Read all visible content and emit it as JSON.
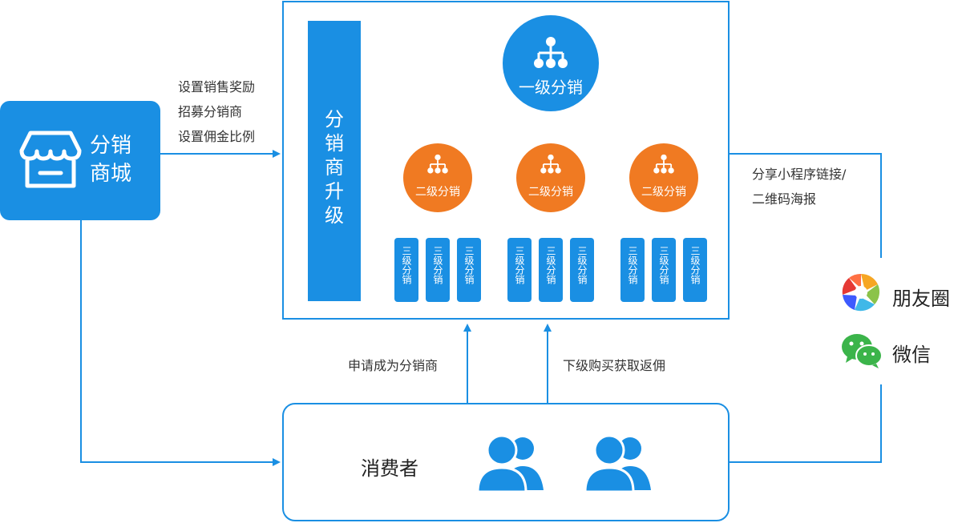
{
  "store": {
    "title": "分销商城"
  },
  "upgrade": {
    "label": "分销商升级"
  },
  "level1": {
    "label": "一级分销"
  },
  "level2": [
    {
      "label": "二级分销"
    },
    {
      "label": "二级分销"
    },
    {
      "label": "二级分销"
    }
  ],
  "level3": {
    "label": "三级分销"
  },
  "store_actions": [
    "设置销售奖励",
    "招募分销商",
    "设置佣金比例"
  ],
  "share": {
    "lines": [
      "分享小程序链接/",
      "二维码海报"
    ]
  },
  "social": {
    "moments": "朋友圈",
    "wechat": "微信"
  },
  "consumer": {
    "label": "消费者"
  },
  "flows": {
    "apply": "申请成为分销商",
    "rebate": "下级购买获取返佣"
  },
  "colors": {
    "blue": "#1a8fe3",
    "orange": "#f07a22",
    "line": "#c8c8c8"
  }
}
